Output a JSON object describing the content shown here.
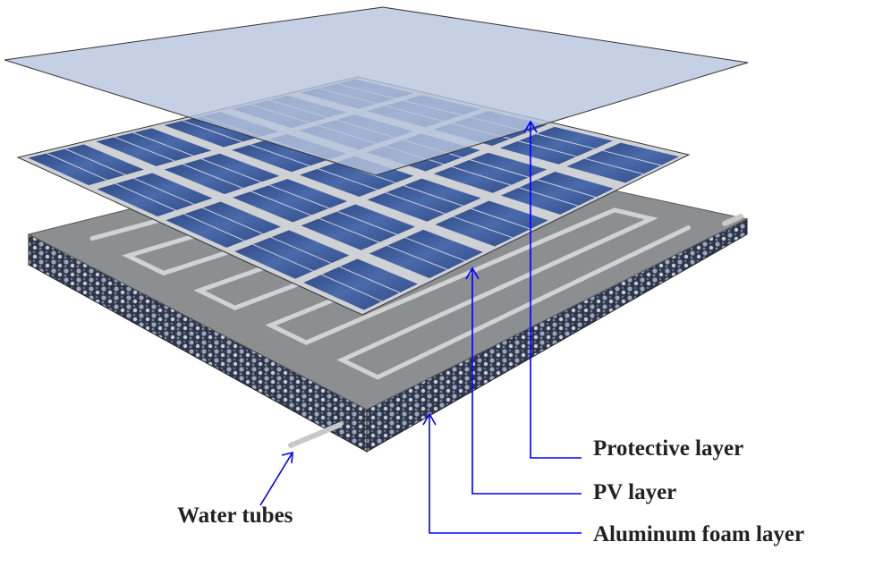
{
  "labels": {
    "protective": "Protective layer",
    "pv": "PV layer",
    "foam": "Aluminum foam layer",
    "tubes": "Water tubes"
  },
  "colors": {
    "arrow": "#0000ff",
    "glass": "#b8c4dd",
    "cell": "#3a5a9a",
    "base": "#8a8c8e",
    "foam": "#4a5670"
  }
}
